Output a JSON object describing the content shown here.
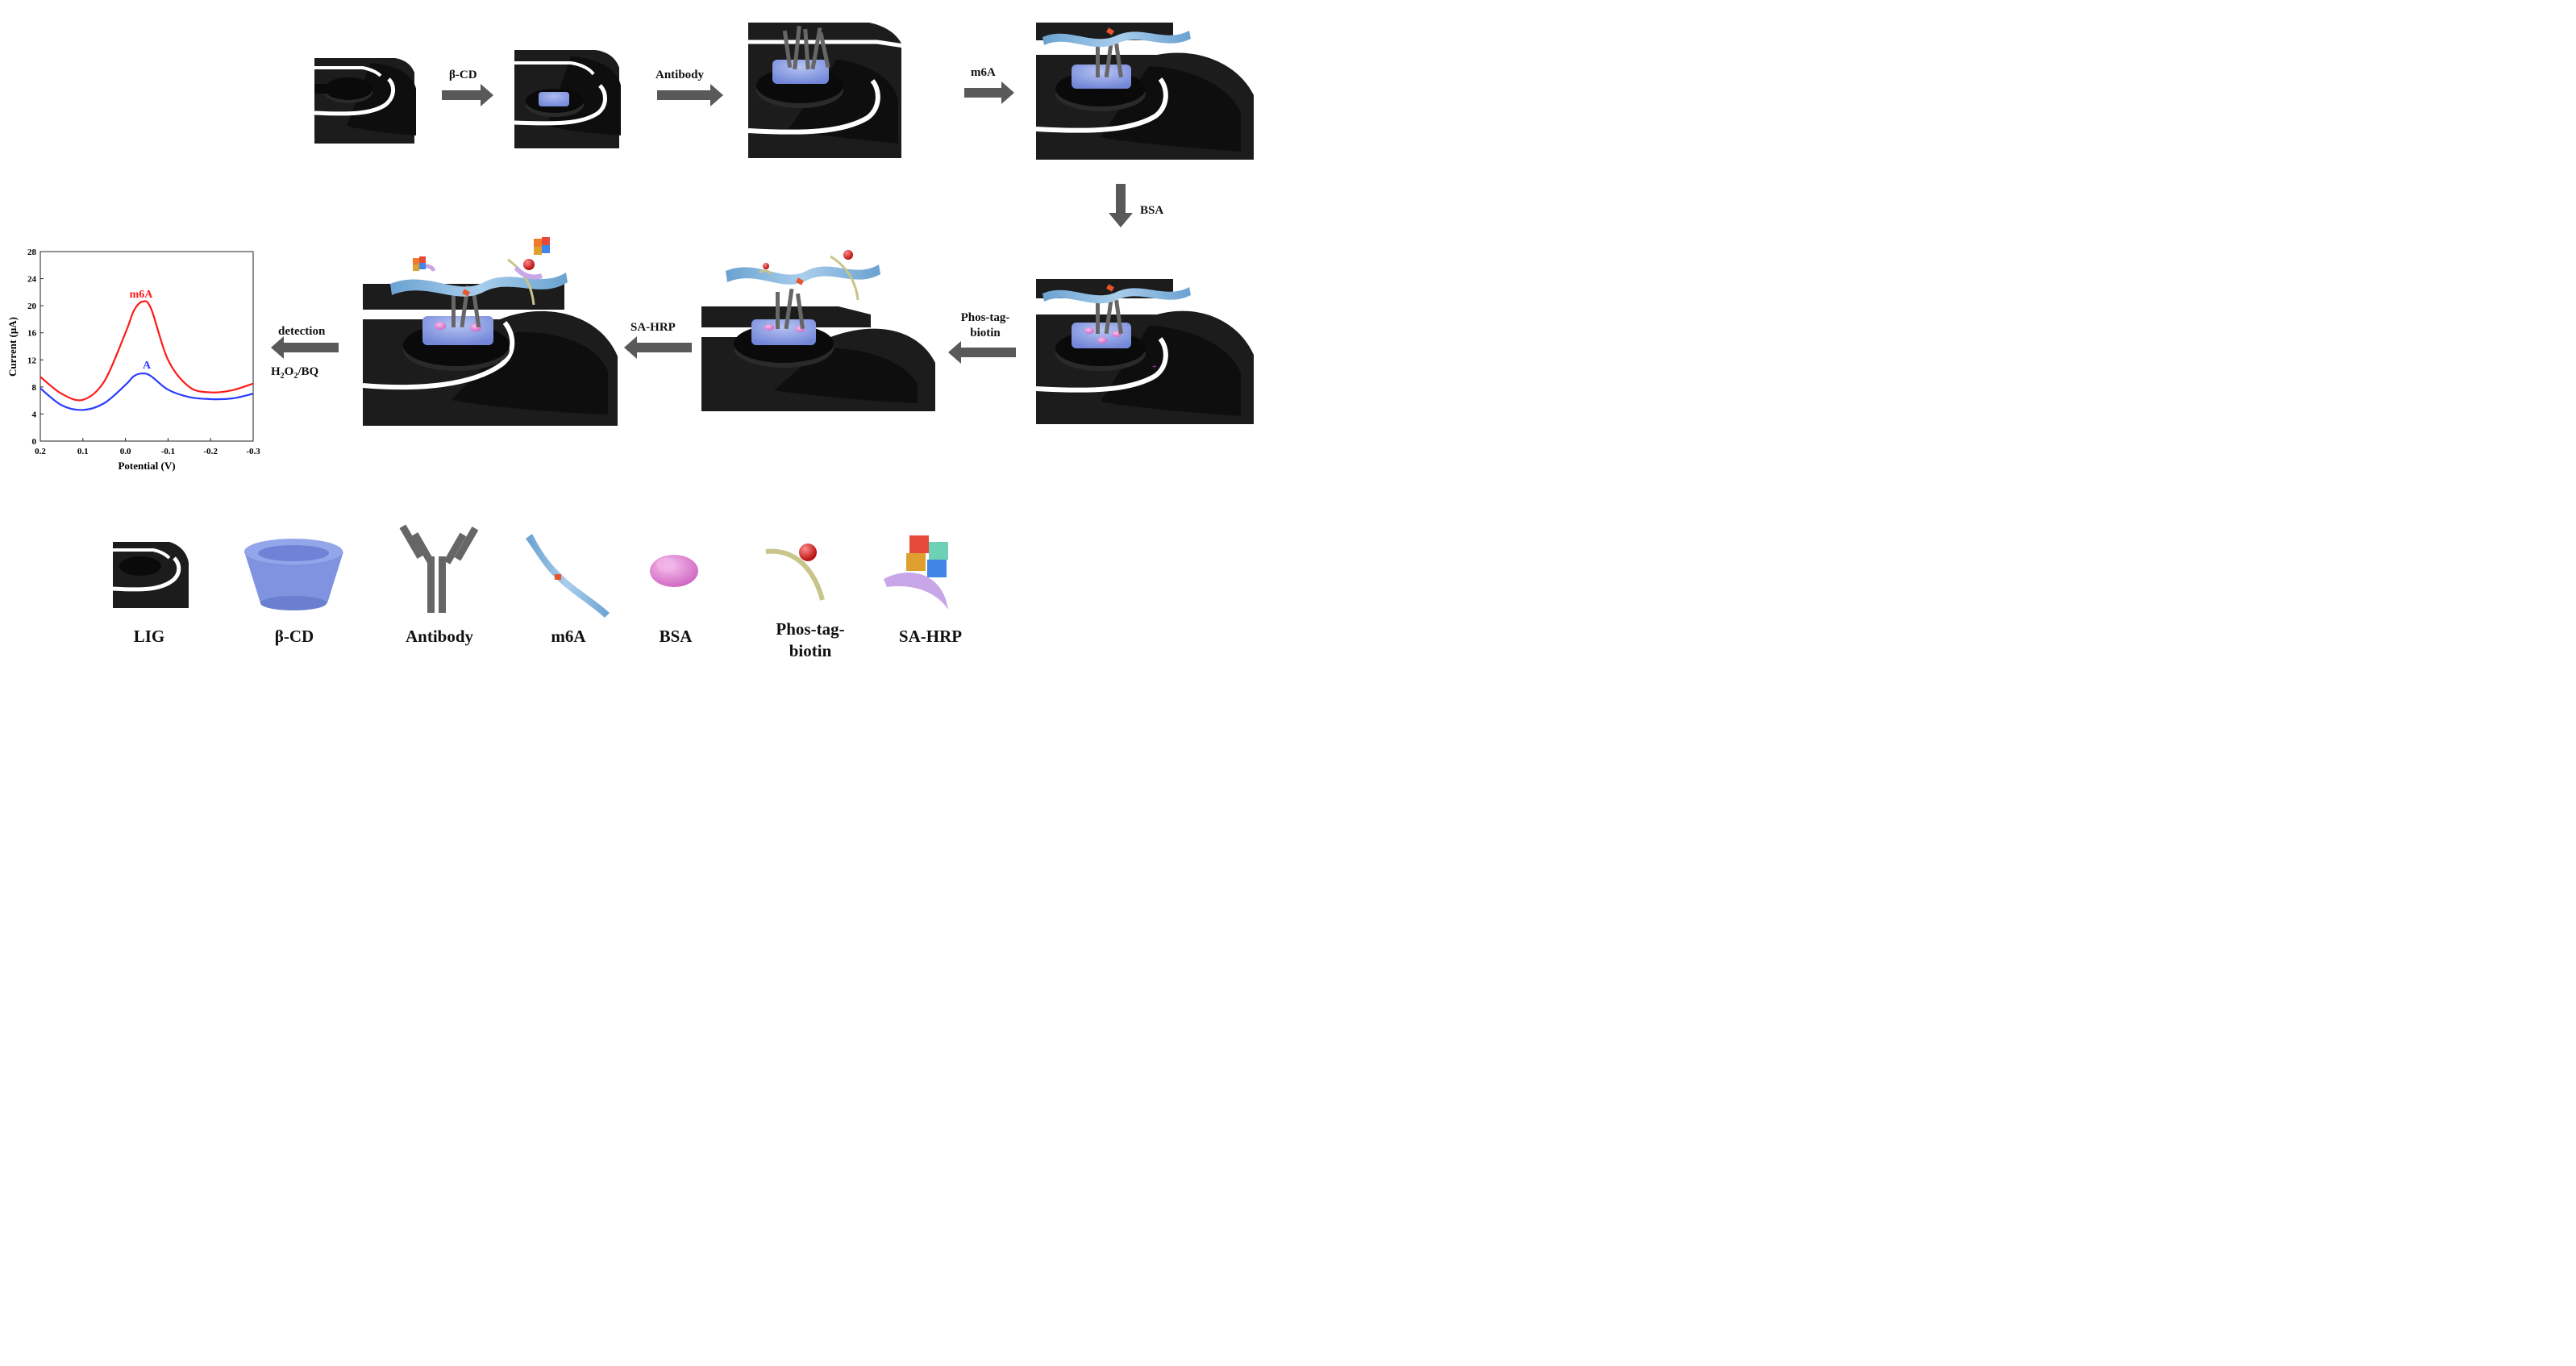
{
  "steps": {
    "beta_cd": "β-CD",
    "antibody": "Antibody",
    "m6a": "m6A",
    "bsa": "BSA",
    "phos_tag_line1": "Phos-tag-",
    "phos_tag_line2": "biotin",
    "sa_hrp": "SA-HRP",
    "detection": "detection",
    "h2o2_main": "H",
    "h2o2_sub1": "2",
    "h2o2_mid": "O",
    "h2o2_sub2": "2",
    "h2o2_tail": "/BQ"
  },
  "legend": {
    "lig": "LIG",
    "beta_cd": "β-CD",
    "antibody": "Antibody",
    "m6a": "m6A",
    "bsa": "BSA",
    "phos_tag_line1": "Phos-tag-",
    "phos_tag_line2": "biotin",
    "sa_hrp": "SA-HRP"
  },
  "colors": {
    "electrode": "#1c1c1c",
    "arrow": "#595959",
    "cyclodextrin": "#8fa3e6",
    "antibody": "#666666",
    "rna": "#7fb0d8",
    "bsa": "#e48ad6",
    "phos_tag": "#c8c48a",
    "biotin": "#d82020",
    "sa": "#c9a6e8",
    "m6a_curve": "#ff1a1a",
    "a_curve": "#2a3cff"
  },
  "chart_data": {
    "type": "line",
    "xlabel": "Potential (V)",
    "ylabel": "Current (μA)",
    "xlim": [
      0.2,
      -0.3
    ],
    "ylim": [
      0,
      28
    ],
    "x_ticks": [
      "0.2",
      "0.1",
      "0.0",
      "-0.1",
      "-0.2",
      "-0.3"
    ],
    "y_ticks": [
      "0",
      "4",
      "8",
      "12",
      "16",
      "20",
      "24",
      "28"
    ],
    "series": [
      {
        "name": "m6A",
        "color": "#ff1a1a",
        "x": [
          0.2,
          0.15,
          0.1,
          0.05,
          0.0,
          -0.02,
          -0.04,
          -0.06,
          -0.1,
          -0.15,
          -0.2,
          -0.25,
          -0.3
        ],
        "y": [
          9.5,
          7.0,
          6.1,
          8.8,
          16.0,
          19.3,
          20.6,
          19.6,
          12.0,
          8.0,
          7.2,
          7.5,
          8.5
        ]
      },
      {
        "name": "A",
        "color": "#2a3cff",
        "x": [
          0.2,
          0.15,
          0.1,
          0.05,
          0.0,
          -0.02,
          -0.04,
          -0.06,
          -0.1,
          -0.15,
          -0.2,
          -0.25,
          -0.3
        ],
        "y": [
          7.8,
          5.3,
          4.6,
          5.6,
          8.3,
          9.6,
          10.0,
          9.6,
          7.6,
          6.5,
          6.2,
          6.3,
          7.0
        ]
      }
    ]
  }
}
